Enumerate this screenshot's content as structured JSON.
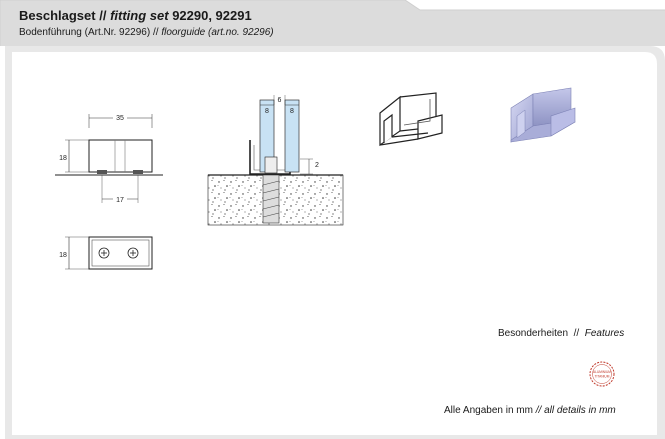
{
  "header": {
    "title_de": "Beschlagset //",
    "title_en": "fitting set",
    "title_numbers": "92290, 92291",
    "subtitle_de": "Bodenführung (Art.Nr. 92296) //",
    "subtitle_en": "floorguide (art.no. 92296)"
  },
  "drawing_side": {
    "width_label": "35",
    "height_label": "18",
    "base_label": "17"
  },
  "drawing_top": {
    "height_label": "18"
  },
  "drawing_section": {
    "top_label": "6",
    "left_label": "8",
    "right_label": "8",
    "side_label": "2"
  },
  "features": {
    "label_de": "Besonderheiten",
    "separator": "//",
    "label_en": "Features"
  },
  "badge": {
    "line1": "ALUMINIUM",
    "line2": "TITANIUM"
  },
  "footer": {
    "details_de": "Alle Angaben in mm",
    "details_en": "// all details in mm"
  },
  "colors": {
    "header_gray": "#d9d9d9",
    "panel_gray": "#e6e6e6",
    "product_blue": "#b9bde3",
    "badge_red": "#c0392b"
  }
}
